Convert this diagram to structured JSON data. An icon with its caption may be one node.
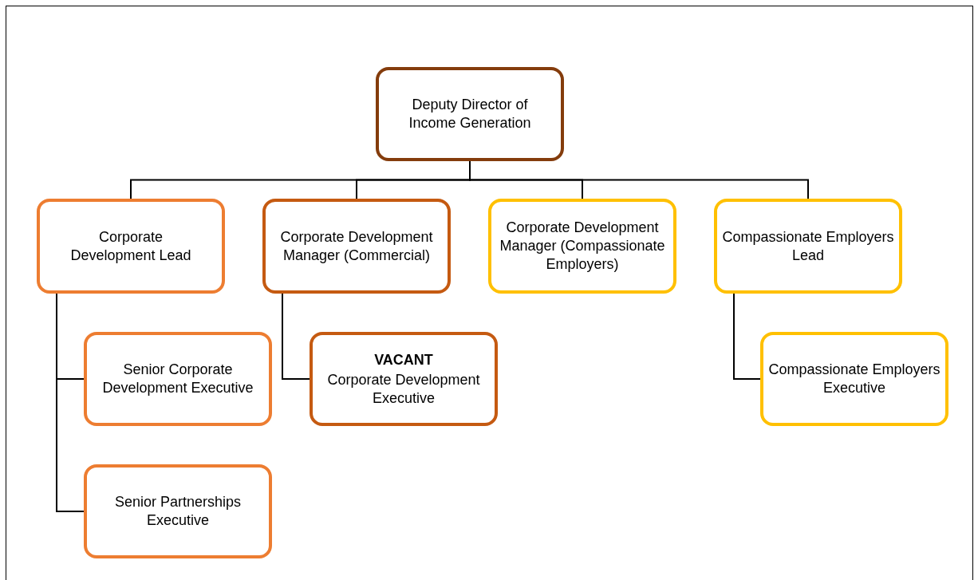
{
  "diagram": {
    "nodes": [
      {
        "text": [
          "Deputy Director of Income Generation"
        ]
      },
      {
        "text": [
          "Corporate Development Lead"
        ]
      },
      {
        "text": [
          "Corporate Development Manager (Commercial)"
        ]
      },
      {
        "text": [
          "Corporate Development Manager (Compassionate Employers)"
        ]
      },
      {
        "text": [
          "Compassionate Employers Lead"
        ]
      },
      {
        "text": [
          "Senior Corporate Development Executive"
        ]
      },
      {
        "text": [
          "VACANT",
          "Corporate Development Executive"
        ]
      },
      {
        "text": [
          "Compassionate Employers Executive"
        ]
      },
      {
        "text": [
          "Senior Partnerships Executive"
        ]
      }
    ],
    "edges": [
      {
        "from": 0,
        "to": 1,
        "arrow": "none"
      },
      {
        "from": 0,
        "to": 2,
        "arrow": "none"
      },
      {
        "from": 0,
        "to": 3,
        "arrow": "none"
      },
      {
        "from": 0,
        "to": 4,
        "arrow": "none"
      },
      {
        "from": 1,
        "to": 5,
        "arrow": "none"
      },
      {
        "from": 1,
        "to": 8,
        "arrow": "none"
      },
      {
        "from": 2,
        "to": 6,
        "arrow": "none"
      },
      {
        "from": 4,
        "to": 7,
        "arrow": "none"
      }
    ]
  }
}
